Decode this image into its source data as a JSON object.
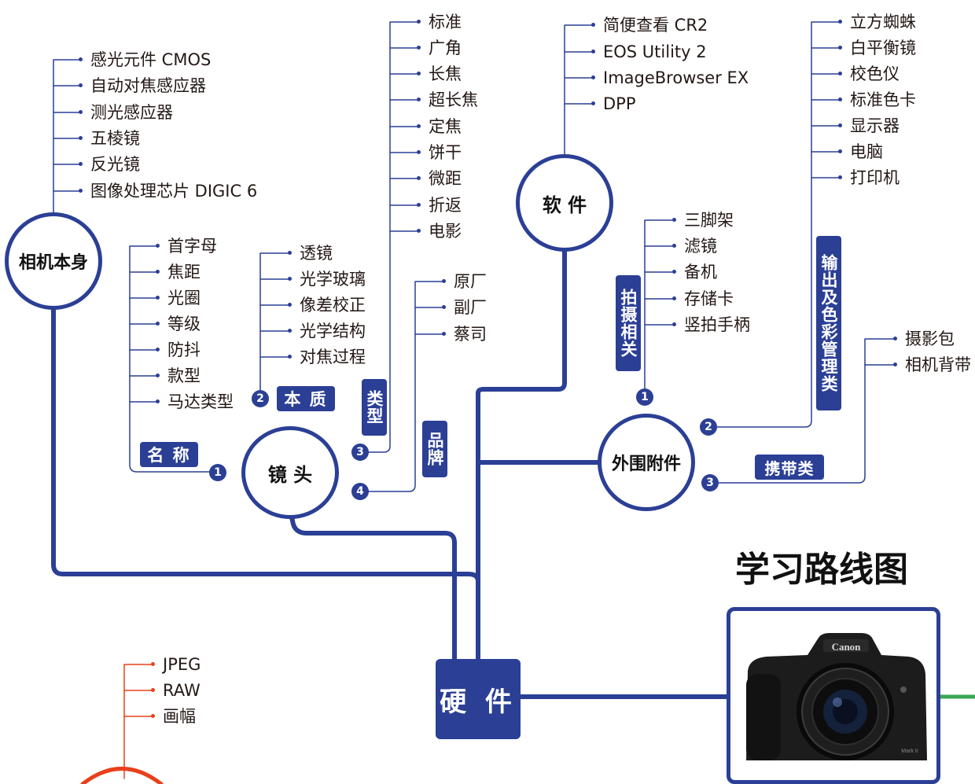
{
  "title": "学习路线图",
  "hardware_label": "硬 件",
  "camera_brand": "Canon",
  "camera_model": "Mark II",
  "colors": {
    "brand_blue": "#2b3f95",
    "accent_red": "#e8401c",
    "accent_green": "#3aa655"
  },
  "camera_body": {
    "label": "相机本身",
    "items": [
      "感光元件 CMOS",
      "自动对焦感应器",
      "测光感应器",
      "五棱镜",
      "反光镜",
      "图像处理芯片 DIGIC 6"
    ]
  },
  "lens": {
    "label": "镜 头",
    "name_group": {
      "num": "1",
      "tag": "名 称",
      "items": [
        "首字母",
        "焦距",
        "光圈",
        "等级",
        "防抖",
        "款型",
        "马达类型"
      ]
    },
    "essence_group": {
      "num": "2",
      "tag": "本 质",
      "items": [
        "透镜",
        "光学玻璃",
        "像差校正",
        "光学结构",
        "对焦过程"
      ]
    },
    "type_group": {
      "num": "3",
      "tag": "类型",
      "items": [
        "标准",
        "广角",
        "长焦",
        "超长焦",
        "定焦",
        "饼干",
        "微距",
        "折返",
        "电影"
      ]
    },
    "brand_group": {
      "num": "4",
      "tag": "品牌",
      "items": [
        "原厂",
        "副厂",
        "蔡司"
      ]
    }
  },
  "software": {
    "label": "软 件",
    "items": [
      "简便查看 CR2",
      "EOS Utility 2",
      "ImageBrowser EX",
      "DPP"
    ]
  },
  "accessories": {
    "label": "外围附件",
    "shooting_group": {
      "num": "1",
      "tag": "拍摄相关",
      "items": [
        "三脚架",
        "滤镜",
        "备机",
        "存储卡",
        "竖拍手柄"
      ]
    },
    "output_group": {
      "num": "2",
      "tag": "输出及色彩管理类",
      "items": [
        "立方蜘蛛",
        "白平衡镜",
        "校色仪",
        "标准色卡",
        "显示器",
        "电脑",
        "打印机"
      ]
    },
    "carry_group": {
      "num": "3",
      "tag": "携带类",
      "items": [
        "摄影包",
        "相机背带"
      ]
    }
  },
  "format": {
    "items": [
      "JPEG",
      "RAW",
      "画幅"
    ]
  }
}
